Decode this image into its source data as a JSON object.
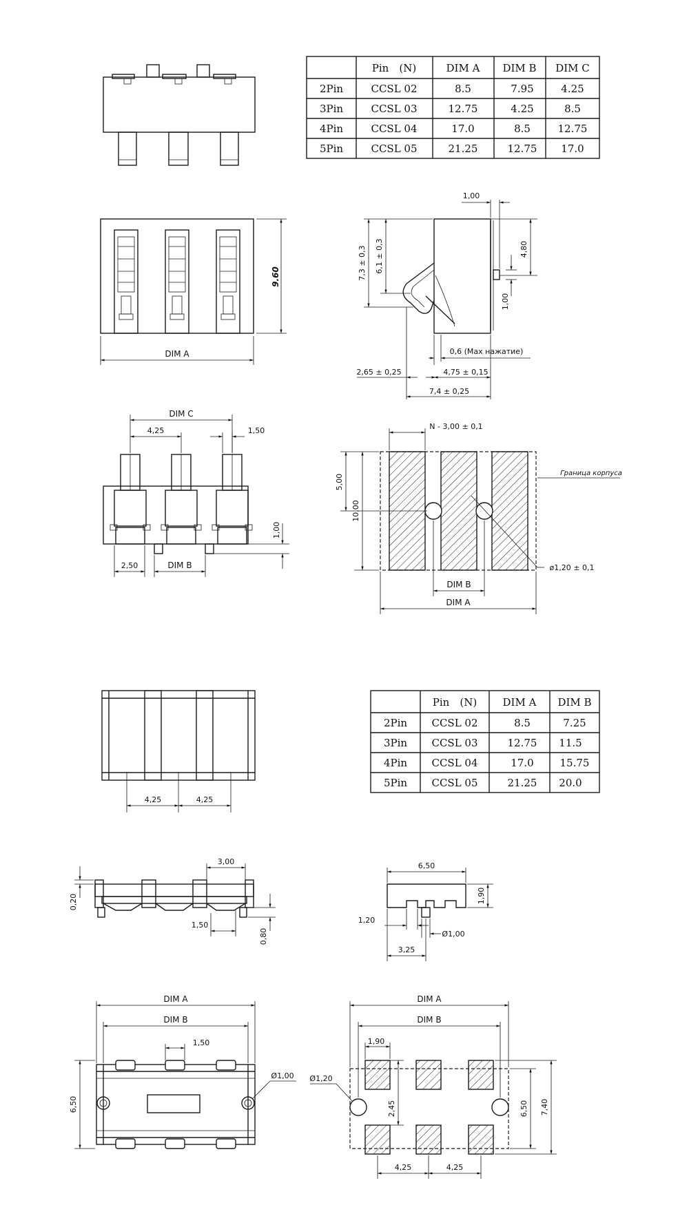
{
  "table1": {
    "headers": [
      "",
      "Pin　(N)",
      "DIM A",
      "DIM B",
      "DIM C"
    ],
    "rows": [
      [
        "2Pin",
        "CCSL 02",
        "8.5",
        "7.95",
        "4.25"
      ],
      [
        "3Pin",
        "CCSL 03",
        "12.75",
        "4.25",
        "8.5"
      ],
      [
        "4Pin",
        "CCSL 04",
        "17.0",
        "8.5",
        "12.75"
      ],
      [
        "5Pin",
        "CCSL 05",
        "21.25",
        "12.75",
        "17.0"
      ]
    ]
  },
  "table2": {
    "headers": [
      "",
      "Pin　(N)",
      "DIM A",
      "DIM B"
    ],
    "rows": [
      [
        "2Pin",
        "CCSL 02",
        "8.5",
        "7.25"
      ],
      [
        "3Pin",
        "CCSL 03",
        "12.75",
        "11.5"
      ],
      [
        "4Pin",
        "CCSL 04",
        "17.0",
        "15.75"
      ],
      [
        "5Pin",
        "CCSL 05",
        "21.25",
        "20.0"
      ]
    ]
  },
  "labels": {
    "dim_a": "DIM A",
    "dim_b": "DIM B",
    "dim_c": "DIM C",
    "height_960": "9.60",
    "d_100": "1,00",
    "d_480": "4,80",
    "d_100b": "1,00",
    "d_73": "7,3 ± 0,3",
    "d_61": "6,1 ± 0,3",
    "d_06": "0,6 (Мах нажатие)",
    "d_265": "2,65 ± 0,25",
    "d_475": "4,75 ± 0,15",
    "d_74": "7,4 ± 0,25",
    "d_425a": "4,25",
    "d_150a": "1,50",
    "d_100c": "1,00",
    "d_250": "2,50",
    "n_300": "N - 3,00 ± 0,1",
    "d_500": "5,00",
    "d_1000": "10,00",
    "korpus": "Граница корпуса",
    "d_120hole": "ø1,20 ± 0,1",
    "d_425b": "4,25",
    "d_425c": "4,25",
    "d_300": "3,00",
    "d_020": "0,20",
    "d_150b": "1,50",
    "d_080": "0,80",
    "d_650a": "6,50",
    "d_190a": "1,90",
    "d_120a": "1,20",
    "d_o100a": "Ø1,00",
    "d_325": "3,25",
    "d_150c": "1,50",
    "d_o100b": "Ø1,00",
    "d_650b": "6,50",
    "d_190b": "1,90",
    "d_o120": "Ø1,20",
    "d_245": "2,45",
    "d_650c": "6,50",
    "d_740": "7,40",
    "d_425d": "4,25",
    "d_425e": "4,25"
  }
}
